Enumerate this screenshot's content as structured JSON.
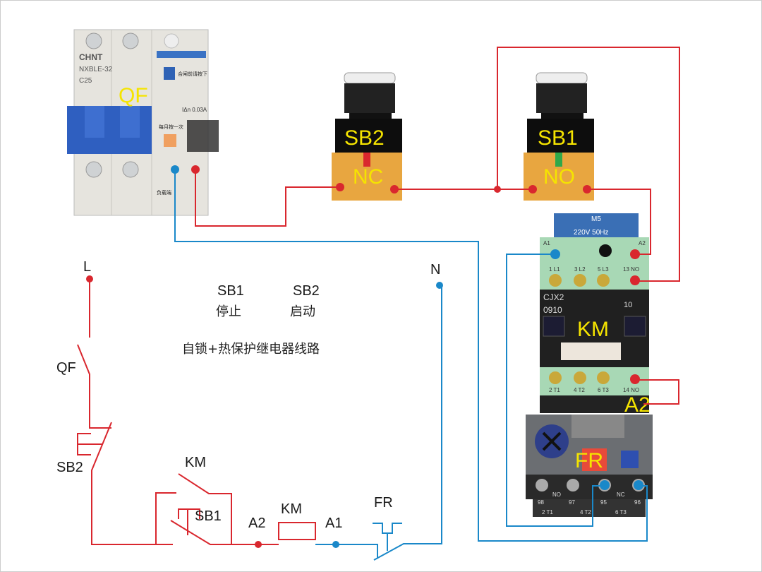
{
  "photo_labels": {
    "qf": "QF",
    "sb2": "SB2",
    "sb2_contact": "NC",
    "sb1": "SB1",
    "sb1_contact": "NO",
    "km": "KM",
    "fr": "FR",
    "a2": "A2"
  },
  "breaker": {
    "brand": "CHNT",
    "model": "NXBLE-32",
    "rating": "C25",
    "close_note": "合闸前请按下",
    "test_note": "每月按一次",
    "leak_rating": "IΔn 0.03A",
    "load_side": "负载端"
  },
  "contactor": {
    "coil": "M5",
    "coil_rating": "220V 50Hz",
    "model": "CJX2",
    "model_code": "0910",
    "aux": "10",
    "coil_terminals": [
      "A1",
      "A2"
    ],
    "line_terminals": [
      "1 L1",
      "3 L2",
      "5 L3",
      "13 NO"
    ],
    "load_terminals": [
      "2 T1",
      "4 T2",
      "6 T3",
      "14 NO"
    ]
  },
  "relay": {
    "terminals": [
      "98",
      "97",
      "95",
      "96"
    ],
    "contact_labels": [
      "NO",
      "NC"
    ],
    "outputs": [
      "2 T1",
      "4 T2",
      "6 T3"
    ]
  },
  "schematic": {
    "L": "L",
    "N": "N",
    "QF": "QF",
    "SB2": "SB2",
    "KM_contact": "KM",
    "SB1": "SB1",
    "A2": "A2",
    "KM_coil": "KM",
    "A1": "A1",
    "FR": "FR"
  },
  "legend": {
    "sb1": "SB1",
    "sb1_role": "停止",
    "sb2": "SB2",
    "sb2_role": "启动",
    "title": "自锁+热保护继电器线路"
  },
  "colors": {
    "live_wire": "#d9272e",
    "neutral_wire": "#1a88c9",
    "label": "#f5e400"
  }
}
